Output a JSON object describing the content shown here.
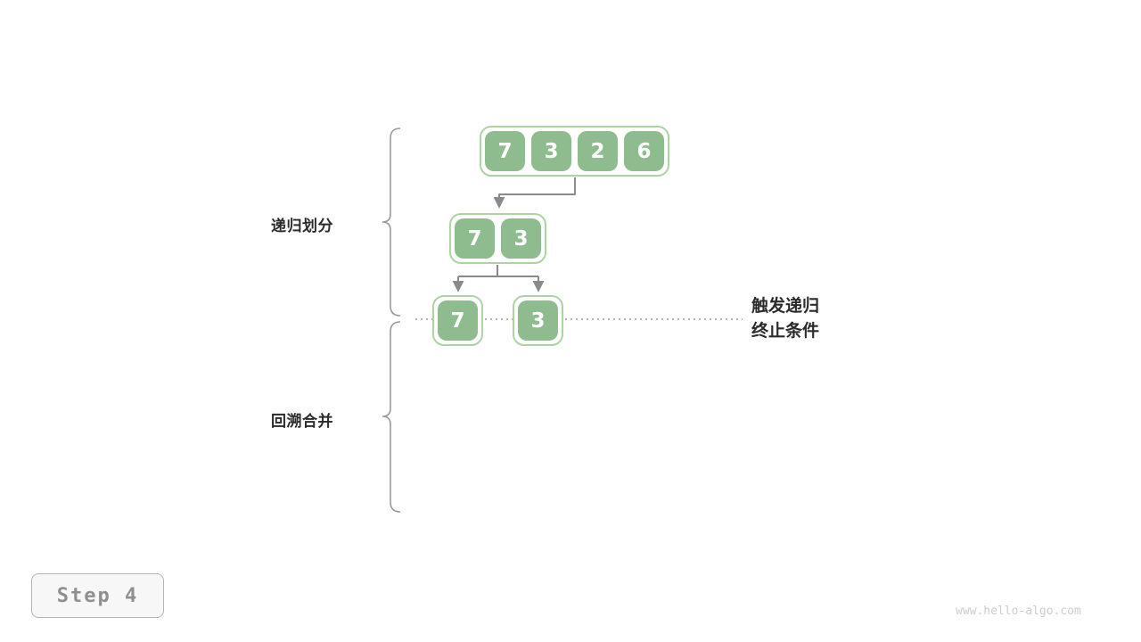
{
  "step": {
    "label": "Step 4"
  },
  "watermark": "www.hello-algo.com",
  "annotations": {
    "divide_label": "递归划分",
    "merge_label": "回溯合并",
    "terminate_line1": "触发递归",
    "terminate_line2": "终止条件"
  },
  "tree": {
    "level0": {
      "cells": [
        "7",
        "3",
        "2",
        "6"
      ]
    },
    "level1": {
      "cells": [
        "7",
        "3"
      ]
    },
    "level2_left": {
      "cells": [
        "7"
      ]
    },
    "level2_right": {
      "cells": [
        "3"
      ]
    }
  },
  "colors": {
    "cell": "#8fbc8f",
    "group_border": "#aed2a4",
    "arrow": "#8a8a8a"
  }
}
